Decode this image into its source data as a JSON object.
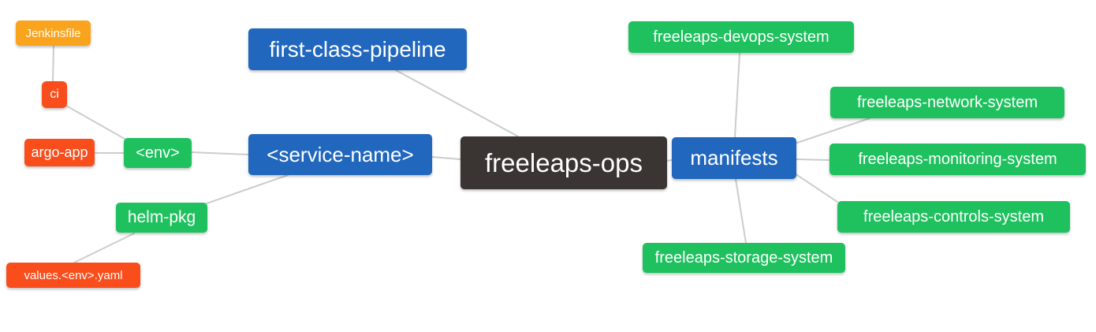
{
  "diagram": {
    "type": "mindmap",
    "root": "freeleaps-ops",
    "hierarchy": {
      "freeleaps-ops": [
        "first-class-pipeline",
        "<service-name>",
        "manifests"
      ],
      "<service-name>": [
        "<env>",
        "helm-pkg"
      ],
      "<env>": [
        "ci",
        "argo-app"
      ],
      "ci": [
        "Jenkinsfile"
      ],
      "helm-pkg": [
        "values.<env>.yaml"
      ],
      "manifests": [
        "freeleaps-devops-system",
        "freeleaps-network-system",
        "freeleaps-monitoring-system",
        "freeleaps-controls-system",
        "freeleaps-storage-system"
      ]
    }
  },
  "palette": {
    "root_node": "#3A3432",
    "branch_node_blue": "#2167BE",
    "leaf_node_green": "#1EC15E",
    "leaf_node_red": "#F94E1C",
    "leaf_node_amber": "#FAA41E",
    "node_text": "#FFFFFF",
    "edge_line": "#CCCCCC",
    "background": "#FFFFFF"
  },
  "nodes": [
    {
      "id": "jenkinsfile",
      "label": "Jenkinsfile"
    },
    {
      "id": "ci",
      "label": "ci"
    },
    {
      "id": "argo-app",
      "label": "argo-app"
    },
    {
      "id": "env",
      "label": "<env>"
    },
    {
      "id": "helm-pkg",
      "label": "helm-pkg"
    },
    {
      "id": "values-env-yaml",
      "label": "values.<env>.yaml"
    },
    {
      "id": "first-class-pipeline",
      "label": "first-class-pipeline"
    },
    {
      "id": "service-name",
      "label": "<service-name>"
    },
    {
      "id": "freeleaps-ops",
      "label": "freeleaps-ops"
    },
    {
      "id": "manifests",
      "label": "manifests"
    },
    {
      "id": "freeleaps-devops-system",
      "label": "freeleaps-devops-system"
    },
    {
      "id": "freeleaps-network-system",
      "label": "freeleaps-network-system"
    },
    {
      "id": "freeleaps-monitoring-system",
      "label": "freeleaps-monitoring-system"
    },
    {
      "id": "freeleaps-controls-system",
      "label": "freeleaps-controls-system"
    },
    {
      "id": "freeleaps-storage-system",
      "label": "freeleaps-storage-system"
    }
  ]
}
